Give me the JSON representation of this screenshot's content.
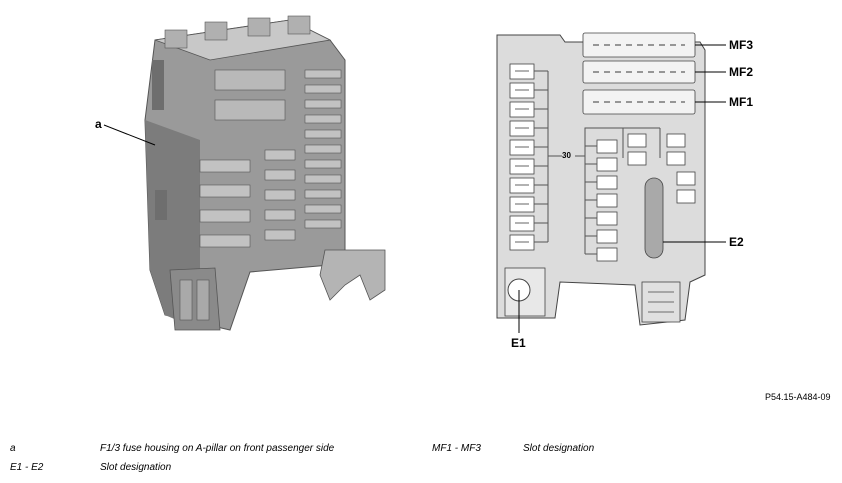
{
  "callouts": {
    "a": "a",
    "mf3": "MF3",
    "mf2": "MF2",
    "mf1": "MF1",
    "e2": "E2",
    "e1": "E1",
    "n30": "30"
  },
  "reference_code": "P54.15-A484-09",
  "legend": [
    {
      "key": "a",
      "text": "F1/3 fuse housing on A-pillar on front passenger side"
    },
    {
      "key": "E1 - E2",
      "text": "Slot designation"
    },
    {
      "key": "MF1 - MF3",
      "text": "Slot designation"
    }
  ],
  "colors": {
    "housing_dark": "#8f8f8f",
    "housing_mid": "#b3b3b3",
    "housing_light": "#d9d9d9",
    "line": "#333333"
  }
}
